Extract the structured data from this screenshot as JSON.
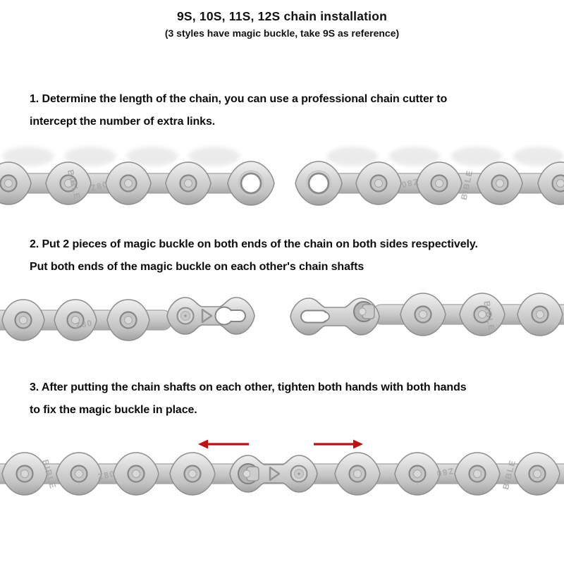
{
  "header": {
    "title": "9S, 10S, 11S, 12S chain installation",
    "subtitle": "(3 styles have magic buckle, take 9S as reference)"
  },
  "steps": [
    {
      "lines": [
        "1. Determine the length of the chain, you can use a professional chain cutter to",
        "intercept the number of extra links."
      ]
    },
    {
      "lines": [
        "2. Put 2 pieces of magic buckle on both ends of the chain on both sides respectively.",
        "Put both ends of the magic buckle on each other's chain shafts"
      ]
    },
    {
      "lines": [
        "3. After putting the chain shafts on each other, tighten both hands with both hands",
        "to fix the magic buckle in place."
      ]
    }
  ],
  "chain": {
    "engravings": [
      "Z80",
      "BIBLE"
    ],
    "arrow_color": "#c40d0d",
    "colors": {
      "plate_light": "#f0f0f0",
      "plate_mid": "#d4d4d4",
      "plate_dark": "#a2a2a2",
      "inner_light": "#e0e0e0",
      "inner_dark": "#a8a8a8",
      "outline": "#8d8d8d",
      "pin_fill": "#c6c6c6",
      "pin_ring": "#878787",
      "hole_ring": "#8a8a8a",
      "engrave": "#a3a3a3"
    }
  }
}
